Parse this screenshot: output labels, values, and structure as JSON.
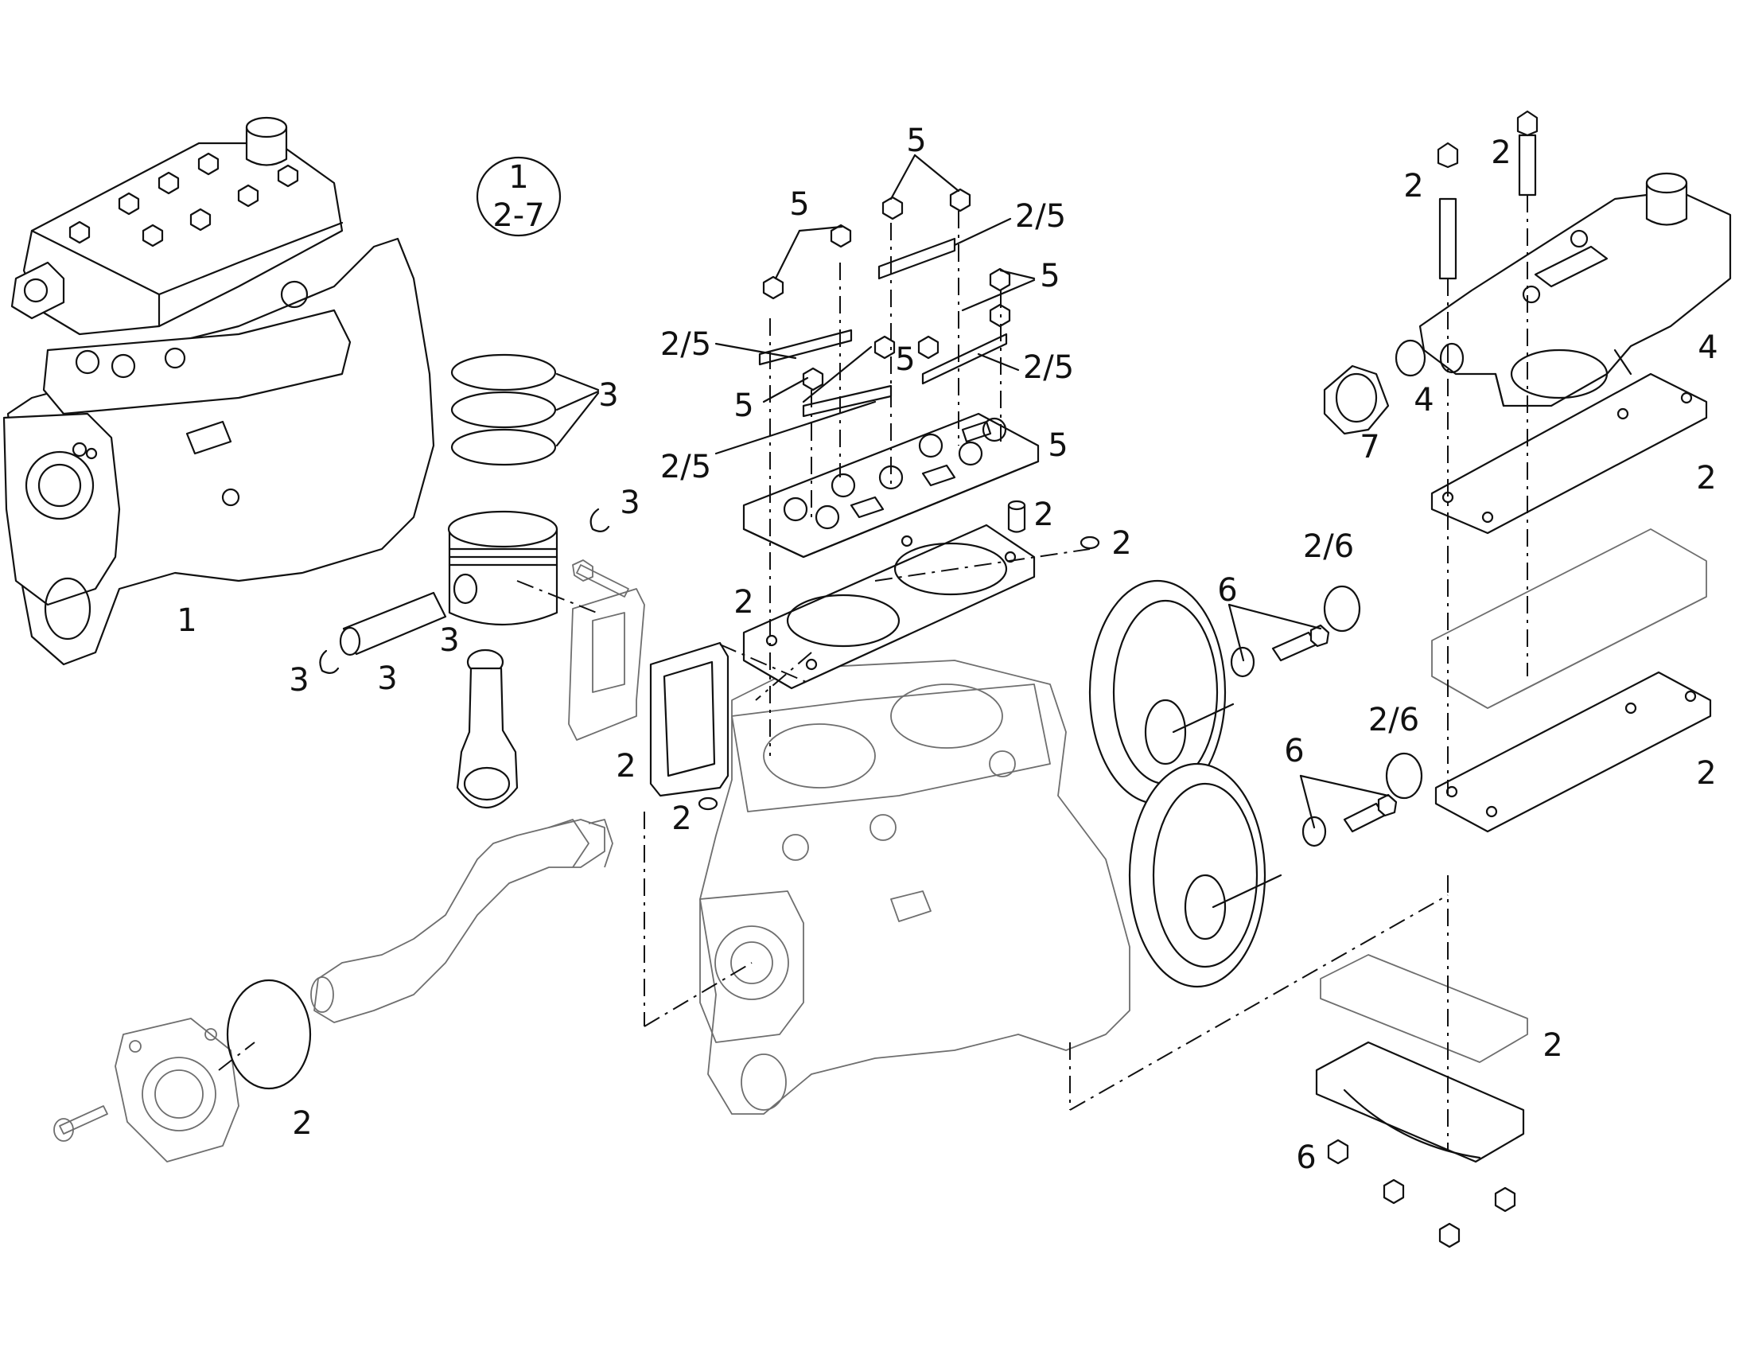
{
  "diagram": {
    "group_marker": {
      "line1": "1",
      "line2": "2-7"
    },
    "callouts": {
      "main_pump": "1",
      "piston_rings": "3",
      "circlip_right": "3",
      "piston": "3",
      "circlip_left": "3",
      "pin": "3",
      "valve_fixings_top_left": "5",
      "valve_fixings_top_center": "5",
      "valve_plate_top_center": "2/5",
      "valve_fixings_top_right": "5",
      "valve_plate_left": "2/5",
      "valve_stud_mid": "5",
      "valve_plate_right": "2/5",
      "valve_fixings_left": "5",
      "valve_plate_left_lower": "2/5",
      "valve_plate_studs": "5",
      "dowel": "2",
      "head_gasket": "2",
      "oring_small_top": "2",
      "side_gasket": "2",
      "oring_small_bottom": "2",
      "seal_upper": "2/6",
      "gear_fixing_upper": "6",
      "seal_lower": "2/6",
      "gear_fixing_lower": "6",
      "head_bolt_left": "2",
      "head_bolt_right": "2",
      "cylinder_head": "4",
      "washer": "4",
      "fitting": "7",
      "head_gasket_upper": "2",
      "head_gasket_lower": "2",
      "flange_oring": "2",
      "cover_gasket": "2",
      "cover_bolts": "6"
    }
  }
}
